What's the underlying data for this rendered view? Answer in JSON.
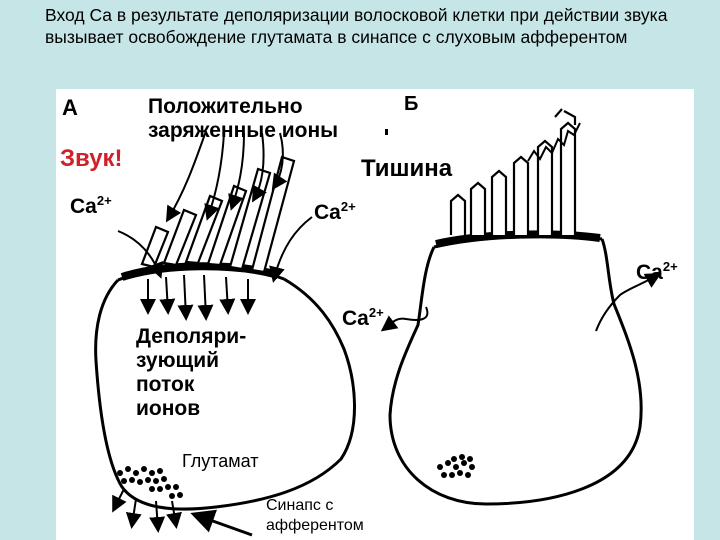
{
  "caption": "Вход Са в результате деполяризации волосковой клетки при действии звука вызывает освобождение глутамата в синапсе с слуховым афферентом",
  "panel_a": {
    "letter": "А",
    "ions_line1": "Положительно",
    "ions_line2": "заряженные ионы",
    "sound": "Звук!",
    "ca_left": "Ca",
    "ca_right": "Ca",
    "charge": "2+",
    "flow_line1": "Деполяри-",
    "flow_line2": "зующий",
    "flow_line3": "поток",
    "flow_line4": "ионов",
    "glutamate": "Глутамат",
    "synapse_line1": "Синапс с",
    "synapse_line2": "афферентом"
  },
  "panel_b": {
    "letter": "Б",
    "silence": "Тишина",
    "ca_left": "Ca",
    "ca_right": "Ca",
    "charge": "2+"
  },
  "colors": {
    "background": "#c6e5e7",
    "panel": "#ffffff",
    "accent_red": "#d0202a",
    "ink": "#000000"
  }
}
